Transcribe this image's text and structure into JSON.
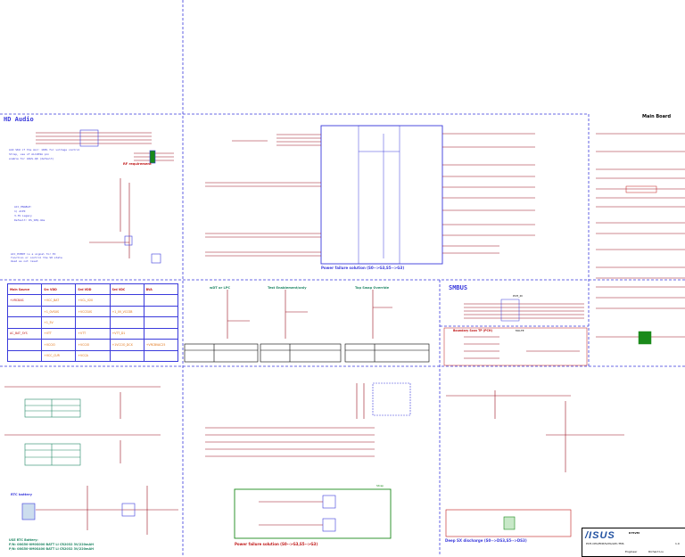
{
  "titles": {
    "hd_audio": "HD Audio",
    "main_board": "Main Board",
    "smbus": "SMBUS",
    "power_failure_top": "Power failure solution (S0-->G3,S5-->G3)",
    "power_failure_bottom": "Power failure solution (S0-->G3,S5-->G3)",
    "deep_sx": "Deep SX discharge (S0-->DS3,S5-->DS3)",
    "rf_requirement": "RF requirement",
    "rtc_battery": "RTC battery",
    "rtc_note_1": "USE RTC Battery:",
    "rtc_note_2": "P/N: 08G50-0M0S000 BATT LI CR2032 3V/220mAH",
    "rtc_note_3": "P/N: 08G50-0M0S400 BATT LI CR2032 3V/220mAH",
    "wdt_label": "wDT or LPC",
    "test_label": "Test Enablement/only",
    "top_swap_label": "Top Swap Override",
    "boundary_scan": "Boundary Scan TP (PCH)",
    "pch_part": "PCH_ID",
    "mio": "MO-TE",
    "strap": "Strap",
    "hd_note_1": "Add SKU if the ALC: 100% for voltage control",
    "hd_note_2": "Strap, use of ALC269A pin",
    "hd_note_3": "enable for ASUS-QD (default)",
    "lpc_note_1": "ACC_ENABLE:",
    "lpc_note_2": "1) ACPI",
    "lpc_note_3": "3.3V Legacy",
    "lpc_note_4": "Default: DS_SEQ-4ms",
    "esd_note_1": "ACC_EVENT is a signal for EC",
    "esd_note_2": "function or control the S0 state",
    "esd_note_3": "Used as not reset"
  },
  "power_table": {
    "headers": [
      "Main Source",
      "Src VDD",
      "Srd VDD",
      "Srd VDC",
      "BVA"
    ],
    "rows": [
      [
        "+VRCBAS",
        "+VCC_BAT",
        "+VCL_V20",
        "",
        ""
      ],
      [
        "",
        "+1_0VSUS",
        "+VCCSUS",
        "+1_0V_VCCSB",
        ""
      ],
      [
        "",
        "+1_5V",
        "",
        "",
        ""
      ],
      [
        "AC_BAT_SYS",
        "+VTT",
        "+VTT",
        "+VTT_D1",
        ""
      ],
      [
        "",
        "+VCCIO",
        "+VCCIO",
        "+1VCCIO_DCX",
        "+VRCBVAC25"
      ],
      [
        "",
        "+VCC_CUR",
        "+VCCA",
        "",
        ""
      ]
    ]
  },
  "title_block": {
    "logo": "/ISUS",
    "model": "K75VM",
    "sheet_title": "PCH-CPU/EDP/SATA/LPC-TMS",
    "engineer_label": "Engineer",
    "engineer": "Richard Liu",
    "rev": "1.0"
  },
  "colors": {
    "wire": "#9a1020",
    "net_label": "#3a3adc",
    "border": "#3a3adc",
    "green_text": "#228866",
    "orange_text": "#e07010",
    "box_green": "#1a8a1a"
  }
}
